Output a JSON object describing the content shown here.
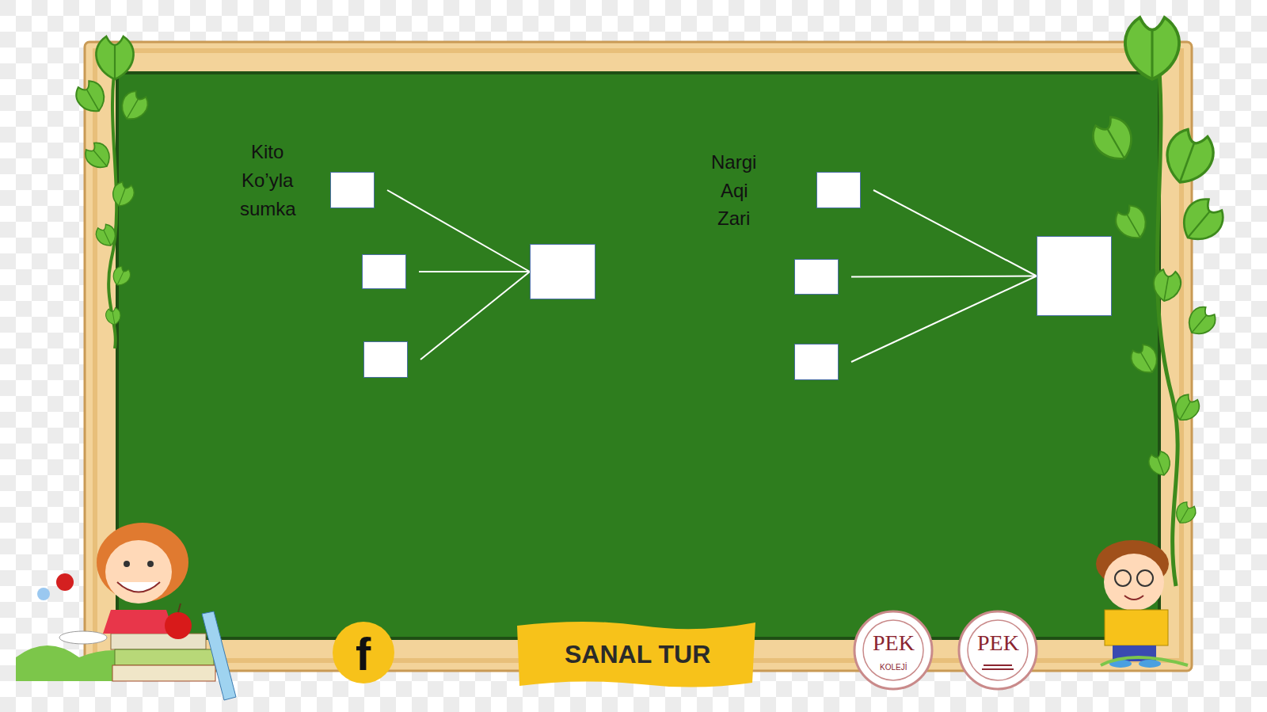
{
  "diagram": {
    "nodes": [
      {
        "text": []
      },
      {
        "text": []
      },
      {
        "text": []
      },
      {
        "text": []
      },
      {
        "text": []
      },
      {
        "text": []
      },
      {
        "text": []
      },
      {
        "text": []
      }
    ],
    "edges": [
      {
        "from": 0,
        "to": 3,
        "arrow": "none"
      },
      {
        "from": 1,
        "to": 3,
        "arrow": "none"
      },
      {
        "from": 2,
        "to": 3,
        "arrow": "none"
      },
      {
        "from": 4,
        "to": 7,
        "arrow": "none"
      },
      {
        "from": 5,
        "to": 7,
        "arrow": "none"
      },
      {
        "from": 6,
        "to": 7,
        "arrow": "none"
      }
    ],
    "labels": [
      "Kito",
      "Ko’yla",
      "sumka",
      "Nargi",
      "Aqi",
      "Zari",
      "SANAL TUR",
      "f",
      "PEK",
      "KOLEJİ",
      "PEK"
    ]
  }
}
